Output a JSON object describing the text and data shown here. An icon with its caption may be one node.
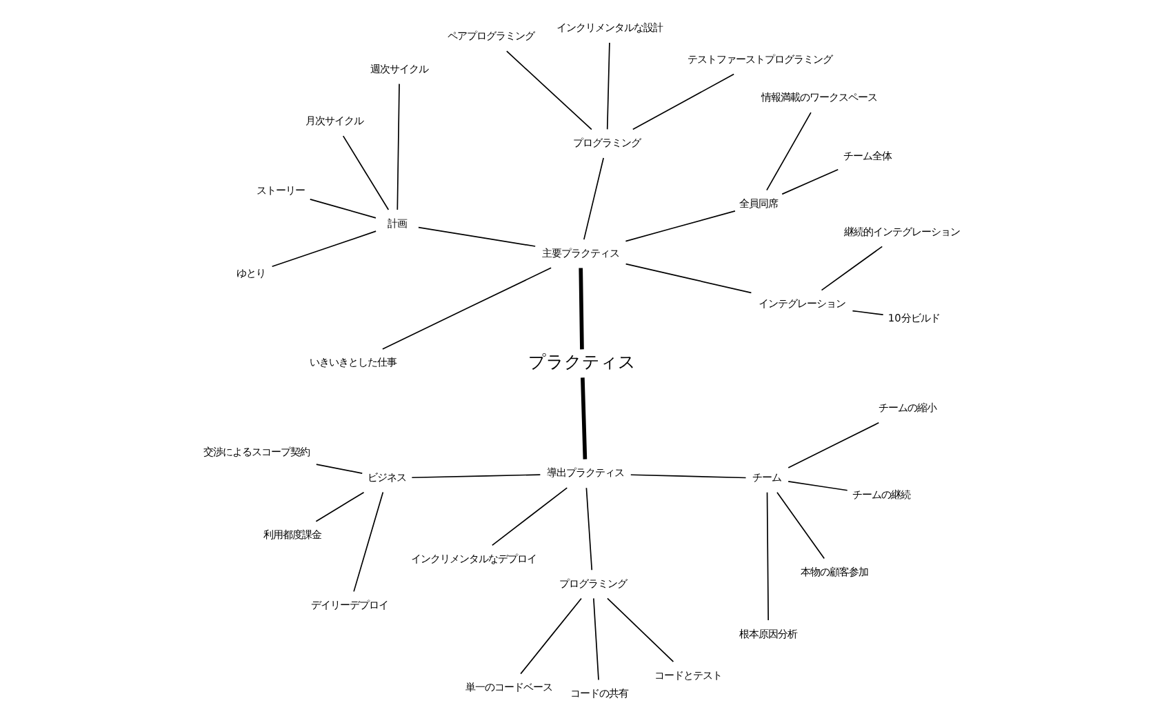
{
  "diagram": {
    "nodes": [
      {
        "text": [
          "プラクティス"
        ]
      },
      {
        "text": [
          "主要プラクティス"
        ]
      },
      {
        "text": [
          "インテグレーション"
        ]
      },
      {
        "text": [
          "10分ビルド"
        ]
      },
      {
        "text": [
          "継続的インテグレーション"
        ]
      },
      {
        "text": [
          "全員同席"
        ]
      },
      {
        "text": [
          "チーム全体"
        ]
      },
      {
        "text": [
          "情報満載のワークスペース"
        ]
      },
      {
        "text": [
          "プログラミング"
        ]
      },
      {
        "text": [
          "テストファーストプログラミング"
        ]
      },
      {
        "text": [
          "インクリメンタルな設計"
        ]
      },
      {
        "text": [
          "ペアプログラミング"
        ]
      },
      {
        "text": [
          "計画"
        ]
      },
      {
        "text": [
          "週次サイクル"
        ]
      },
      {
        "text": [
          "月次サイクル"
        ]
      },
      {
        "text": [
          "ストーリー"
        ]
      },
      {
        "text": [
          "ゆとり"
        ]
      },
      {
        "text": [
          "いきいきとした仕事"
        ]
      },
      {
        "text": [
          "導出プラクティス"
        ]
      },
      {
        "text": [
          "ビジネス"
        ]
      },
      {
        "text": [
          "交渉によるスコープ契約"
        ]
      },
      {
        "text": [
          "利用都度課金"
        ]
      },
      {
        "text": [
          "デイリーデプロイ"
        ]
      },
      {
        "text": [
          "インクリメンタルなデプロイ"
        ]
      },
      {
        "text": [
          "プログラミング"
        ]
      },
      {
        "text": [
          "単一のコードベース"
        ]
      },
      {
        "text": [
          "コードの共有"
        ]
      },
      {
        "text": [
          "コードとテスト"
        ]
      },
      {
        "text": [
          "チーム"
        ]
      },
      {
        "text": [
          "根本原因分析"
        ]
      },
      {
        "text": [
          "本物の顧客参加"
        ]
      },
      {
        "text": [
          "チームの継続"
        ]
      },
      {
        "text": [
          "チームの縮小"
        ]
      }
    ],
    "edges": [
      {
        "from": 0,
        "to": 1,
        "arrow": "none",
        "style": "thick"
      },
      {
        "from": 1,
        "to": 2,
        "arrow": "none"
      },
      {
        "from": 2,
        "to": 3,
        "arrow": "none"
      },
      {
        "from": 2,
        "to": 4,
        "arrow": "none"
      },
      {
        "from": 1,
        "to": 5,
        "arrow": "none"
      },
      {
        "from": 5,
        "to": 6,
        "arrow": "none"
      },
      {
        "from": 5,
        "to": 7,
        "arrow": "none"
      },
      {
        "from": 1,
        "to": 8,
        "arrow": "none"
      },
      {
        "from": 8,
        "to": 9,
        "arrow": "none"
      },
      {
        "from": 8,
        "to": 10,
        "arrow": "none"
      },
      {
        "from": 8,
        "to": 11,
        "arrow": "none"
      },
      {
        "from": 1,
        "to": 12,
        "arrow": "none"
      },
      {
        "from": 12,
        "to": 13,
        "arrow": "none"
      },
      {
        "from": 12,
        "to": 14,
        "arrow": "none"
      },
      {
        "from": 12,
        "to": 15,
        "arrow": "none"
      },
      {
        "from": 12,
        "to": 16,
        "arrow": "none"
      },
      {
        "from": 1,
        "to": 17,
        "arrow": "none"
      },
      {
        "from": 0,
        "to": 18,
        "arrow": "none",
        "style": "thick"
      },
      {
        "from": 18,
        "to": 19,
        "arrow": "none"
      },
      {
        "from": 19,
        "to": 20,
        "arrow": "none"
      },
      {
        "from": 19,
        "to": 21,
        "arrow": "none"
      },
      {
        "from": 19,
        "to": 22,
        "arrow": "none"
      },
      {
        "from": 18,
        "to": 23,
        "arrow": "none"
      },
      {
        "from": 18,
        "to": 24,
        "arrow": "none"
      },
      {
        "from": 24,
        "to": 25,
        "arrow": "none"
      },
      {
        "from": 24,
        "to": 26,
        "arrow": "none"
      },
      {
        "from": 24,
        "to": 27,
        "arrow": "none"
      },
      {
        "from": 18,
        "to": 28,
        "arrow": "none"
      },
      {
        "from": 28,
        "to": 29,
        "arrow": "none"
      },
      {
        "from": 28,
        "to": 30,
        "arrow": "none"
      },
      {
        "from": 28,
        "to": 31,
        "arrow": "none"
      },
      {
        "from": 28,
        "to": 32,
        "arrow": "none"
      }
    ]
  }
}
